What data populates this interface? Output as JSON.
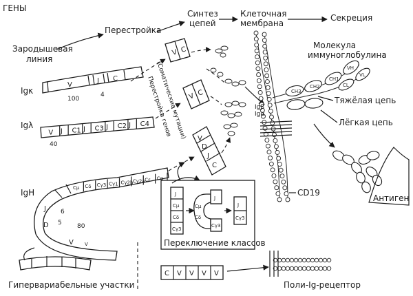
{
  "labels": {
    "genes": "ГЕНЫ",
    "germline_1": "Зародышевая",
    "germline_2": "линия",
    "rearrangement": "Перестройка",
    "chain_synthesis_1": "Синтез",
    "chain_synthesis_2": "цепей",
    "cell_membrane_1": "Клеточная",
    "cell_membrane_2": "мембрана",
    "secretion": "Секреция",
    "molecule_1": "Молекула",
    "molecule_2": "иммуноглобулина",
    "heavy_chain": "Тяжёлая цепь",
    "light_chain": "Лёгкая цепь",
    "antigen": "Антиген",
    "cd19": "CD19",
    "igb": "Igβ",
    "iga": "Igα",
    "somatic_mutations": "(Соматические мутации)",
    "gene_rearrangement": "Перестройка генов",
    "class_switch": "Переключение классов",
    "hypervariable": "Гипервариабельные участки",
    "poly_ig_receptor": "Поли-Ig-рецептор"
  },
  "loci": {
    "igk": {
      "name": "Igκ",
      "segments": [
        "V",
        "J",
        "C"
      ],
      "count_v": "100",
      "count_j": "4"
    },
    "igl": {
      "name": "Igλ",
      "segments": [
        "V",
        "J",
        "C1",
        "J",
        "C3",
        "J",
        "C2",
        "J",
        "C4"
      ],
      "count_v": "40"
    },
    "igh": {
      "name": "IgH",
      "constant_segments": [
        "Cμ",
        "Cδ",
        "Cγ3",
        "Cγ1",
        "Cγ2b",
        "Cγ2a",
        "Cε",
        "Cα"
      ],
      "variable_segments": [
        "J",
        "D",
        "V"
      ],
      "count_j": "6",
      "count_d": "5",
      "count_v": "80",
      "small_v": "V"
    }
  },
  "rearranged": {
    "vc_1": [
      "V",
      "C"
    ],
    "vc_2": [
      "V",
      "C"
    ],
    "vdjc": [
      "V",
      "D",
      "J",
      "C"
    ]
  },
  "class_switch_box": {
    "left_top": "J",
    "left": [
      "Cμ",
      "Cδ",
      "Cγ3"
    ],
    "loop": [
      "Cμ",
      "Cδ"
    ],
    "right_top": "J",
    "right_bottom": "Cγ3"
  },
  "immunoglobulin_domains": [
    "VH",
    "VL",
    "CH1",
    "CH2",
    "CH3",
    "CL"
  ],
  "poly_ig_gene": [
    "C",
    "V",
    "V",
    "V",
    "V"
  ],
  "colors": {
    "ink": "#1a1a1a",
    "paper": "#ffffff"
  }
}
